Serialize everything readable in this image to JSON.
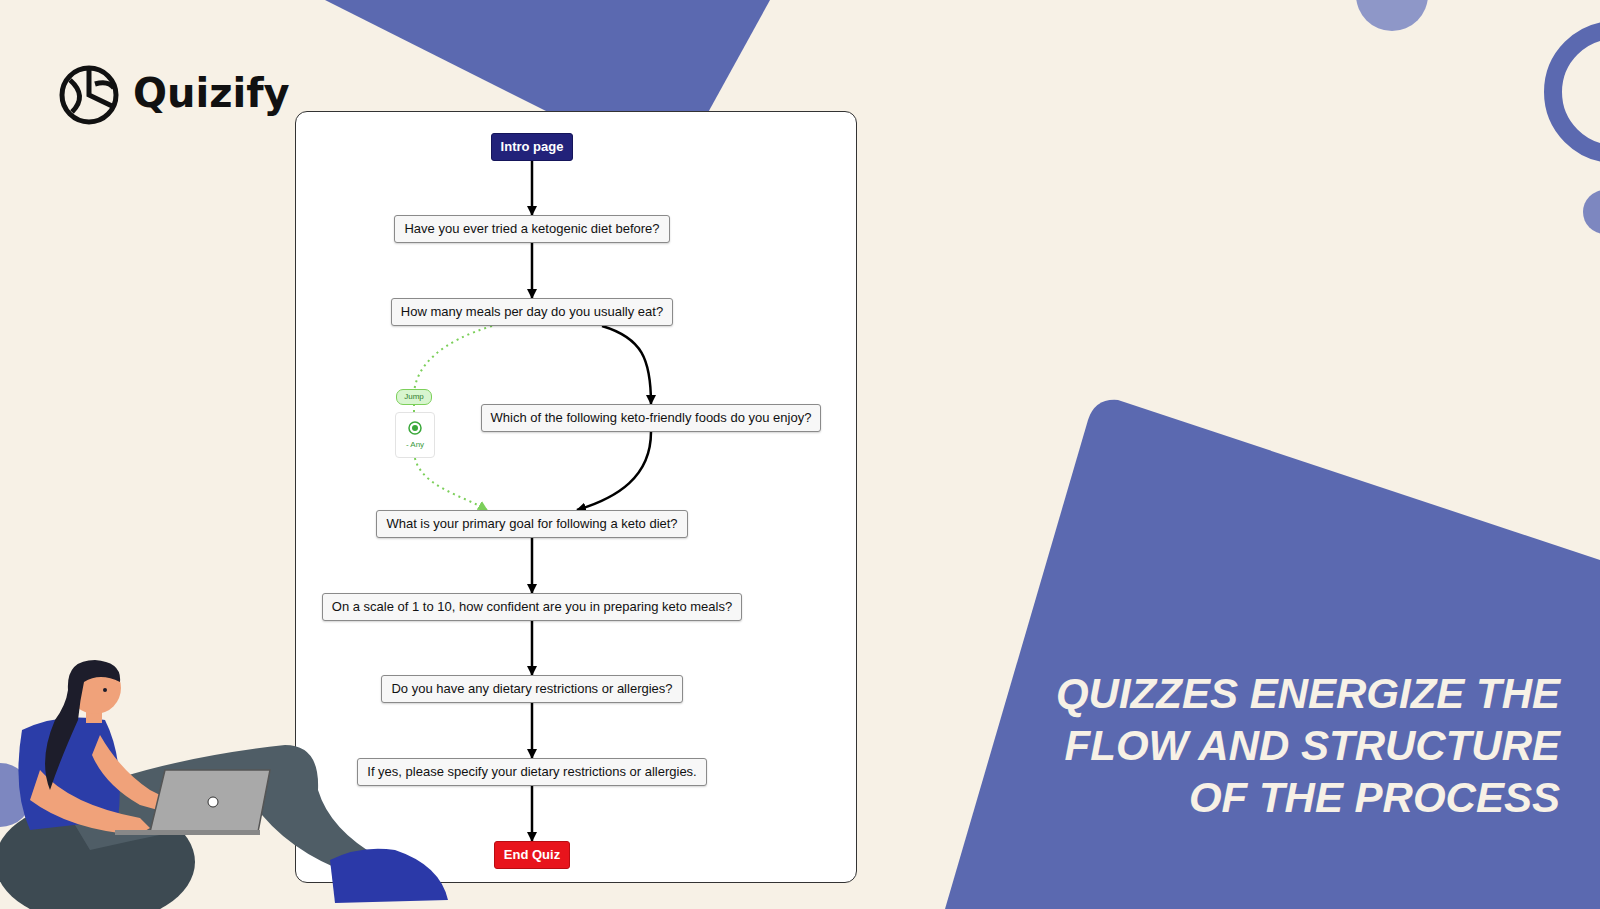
{
  "diagram": {
    "title": "QUIZZES ENERGIZE THE FLOW AND STRUCTURE OF THE PROCESS",
    "nodes": [
      {
        "text": [
          "Intro page"
        ]
      },
      {
        "text": [
          "Have you ever tried a ketogenic diet before?"
        ]
      },
      {
        "text": [
          "How many meals per day do you usually eat?"
        ]
      },
      {
        "text": [
          "Which of the following keto-friendly foods do you enjoy?"
        ]
      },
      {
        "text": [
          "What is your primary goal for following a keto diet?"
        ]
      },
      {
        "text": [
          "On a scale of 1 to 10, how confident are you in preparing keto meals?"
        ]
      },
      {
        "text": [
          "Do you have any dietary restrictions or allergies?"
        ]
      },
      {
        "text": [
          "If yes, please specify your dietary restrictions or allergies."
        ]
      },
      {
        "text": [
          "End Quiz"
        ]
      }
    ],
    "edges": [
      {
        "from": 0,
        "to": 1,
        "arrow": "to"
      },
      {
        "from": 1,
        "to": 2,
        "arrow": "to"
      },
      {
        "from": 2,
        "to": 3,
        "arrow": "to"
      },
      {
        "from": 2,
        "to": 4,
        "label": "Jump",
        "arrow": "to"
      },
      {
        "from": 3,
        "to": 4,
        "arrow": "to"
      },
      {
        "from": 4,
        "to": 5,
        "arrow": "to"
      },
      {
        "from": 5,
        "to": 6,
        "arrow": "to"
      },
      {
        "from": 6,
        "to": 7,
        "arrow": "to"
      },
      {
        "from": 7,
        "to": 8,
        "arrow": "to"
      }
    ],
    "labels": [
      "Quizify",
      "- Any"
    ]
  }
}
